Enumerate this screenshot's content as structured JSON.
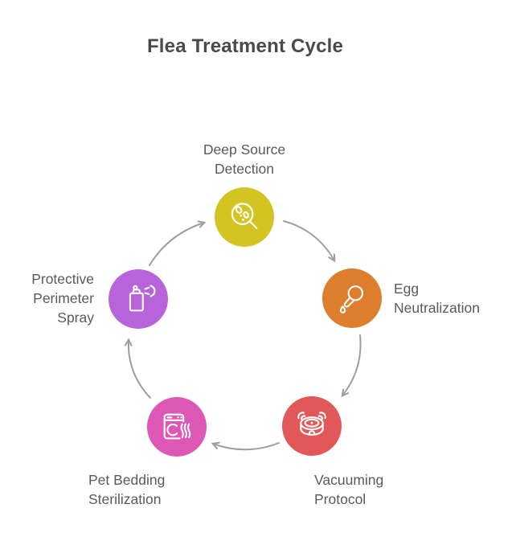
{
  "title": "Flea Treatment Cycle",
  "colors": {
    "background": "#ffffff",
    "title_text": "#4a4a4a",
    "label_text": "#5a5a5a",
    "arrow": "#9e9e9e",
    "icon_stroke": "#ffffff"
  },
  "steps": [
    {
      "label": "Deep Source Detection",
      "lines": [
        "Deep Source",
        "Detection"
      ],
      "color": "#d4c422",
      "icon": "magnifying-glass-eggs-icon",
      "position": "top"
    },
    {
      "label": "Egg Neutralization",
      "lines": [
        "Egg",
        "Neutralization"
      ],
      "color": "#dc7e2b",
      "icon": "treatment-dropper-icon",
      "position": "right"
    },
    {
      "label": "Vacuuming Protocol",
      "lines": [
        "Vacuuming",
        "Protocol"
      ],
      "color": "#e25757",
      "icon": "robot-vacuum-icon",
      "position": "bottom-right"
    },
    {
      "label": "Pet Bedding Sterilization",
      "lines": [
        "Pet Bedding",
        "Sterilization"
      ],
      "color": "#dd58b6",
      "icon": "washing-machine-steam-icon",
      "position": "bottom-left"
    },
    {
      "label": "Protective Perimeter Spray",
      "lines": [
        "Protective",
        "Perimeter",
        "Spray"
      ],
      "color": "#b763d9",
      "icon": "spray-can-icon",
      "position": "left"
    }
  ]
}
